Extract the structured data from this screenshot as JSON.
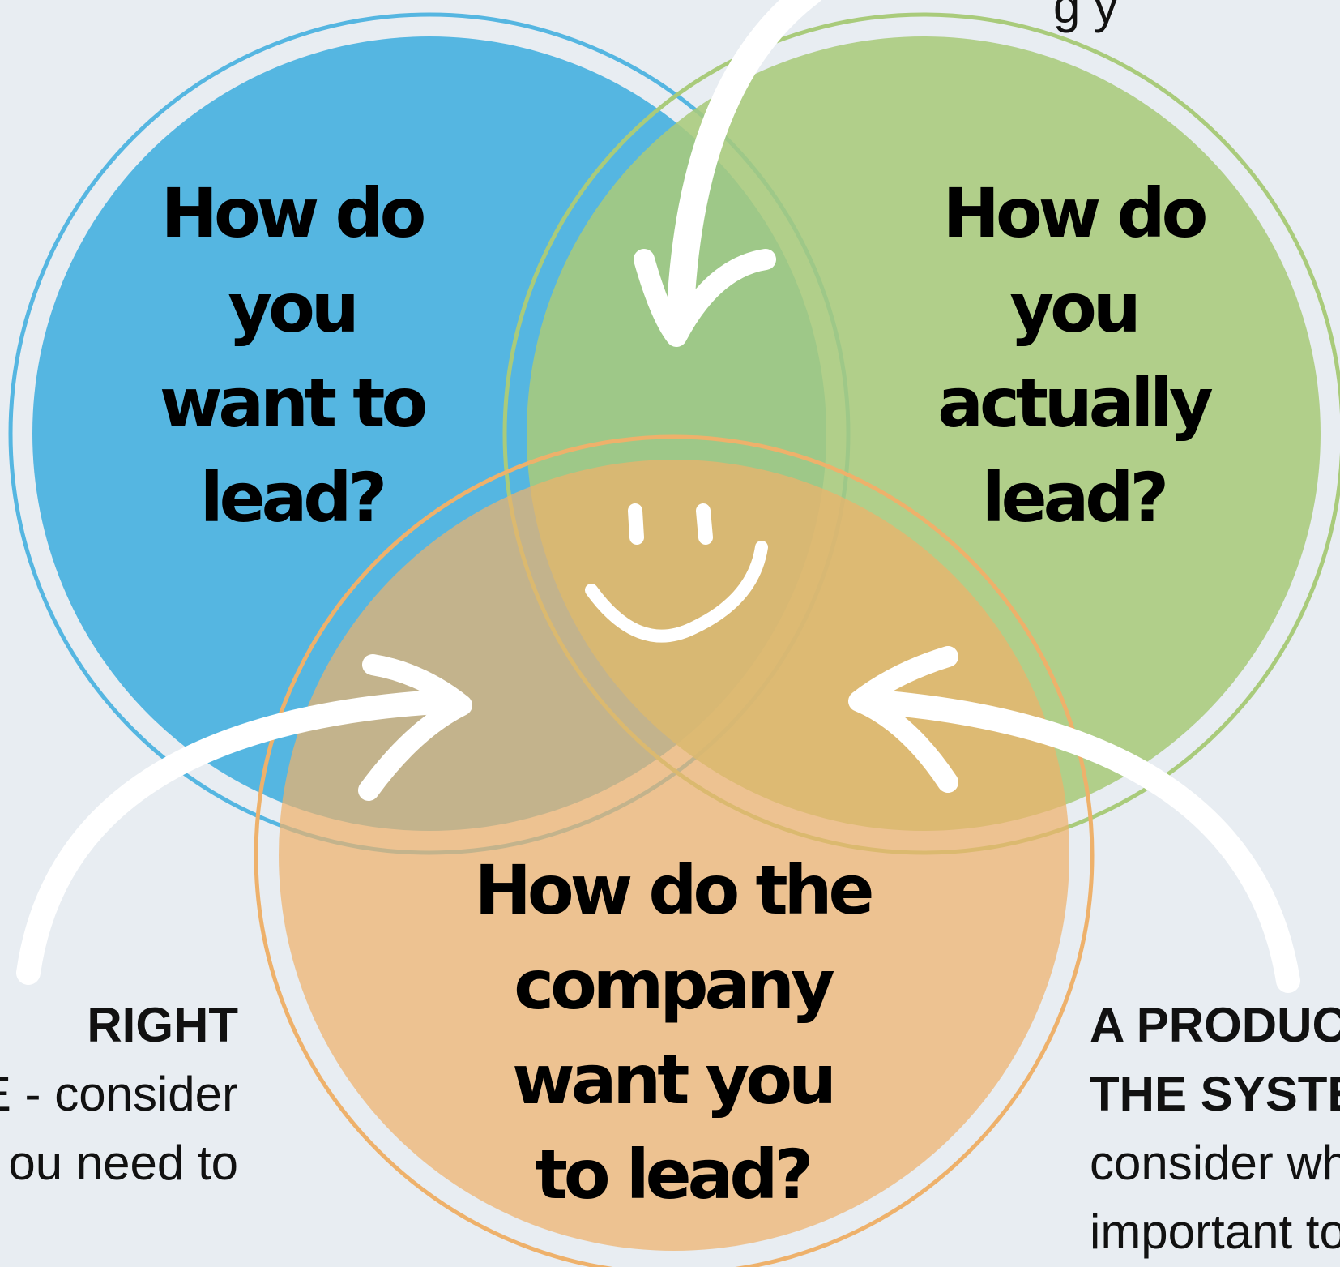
{
  "colors": {
    "background": "#e8edf2",
    "blue_circle": "#55b6e1",
    "green_circle": "#a9cb7b",
    "orange_circle": "#eeb16b",
    "arrow": "#ffffff",
    "text": "#000000"
  },
  "circles": [
    {
      "id": "blue",
      "title": "How do\nyou\nwant to\nlead?"
    },
    {
      "id": "green",
      "title": "How do\nyou\nactually\nlead?"
    },
    {
      "id": "orange",
      "title": "How do the\ncompany\nwant you\nto lead?"
    }
  ],
  "center_icon": "smiley-face-icon",
  "top_fragment": "g     y",
  "left_caption": {
    "line1": "RIGHT",
    "line2": "E - consider",
    "line3": "ou need to"
  },
  "right_caption": {
    "line1": "A PRODUC",
    "line2": "THE SYSTE",
    "line3": "consider wh",
    "line4": "important to"
  }
}
